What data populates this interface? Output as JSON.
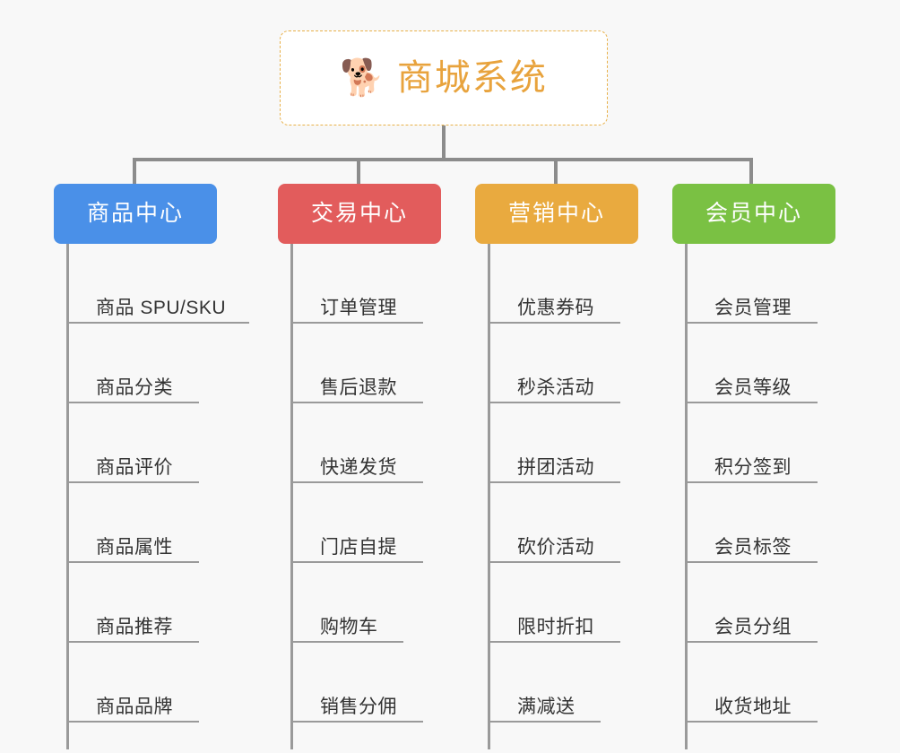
{
  "root": {
    "icon": "shiba-dog-face-emoji",
    "emoji": "🐕",
    "title": "商城系统",
    "title_color": "#e8a33d",
    "border_color": "#e8b14a"
  },
  "connector_color": "#8c8c8c",
  "background_color": "#f8f8f8",
  "categories": [
    {
      "label": "商品中心",
      "color": "#4a90e8",
      "items": [
        {
          "label": "商品 SPU/SKU",
          "underline_width": 204
        },
        {
          "label": "商品分类",
          "underline_width": 148
        },
        {
          "label": "商品评价",
          "underline_width": 148
        },
        {
          "label": "商品属性",
          "underline_width": 148
        },
        {
          "label": "商品推荐",
          "underline_width": 148
        },
        {
          "label": "商品品牌",
          "underline_width": 148
        }
      ]
    },
    {
      "label": "交易中心",
      "color": "#e25c5c",
      "items": [
        {
          "label": "订单管理",
          "underline_width": 148
        },
        {
          "label": "售后退款",
          "underline_width": 148
        },
        {
          "label": "快递发货",
          "underline_width": 148
        },
        {
          "label": "门店自提",
          "underline_width": 148
        },
        {
          "label": "购物车",
          "underline_width": 126
        },
        {
          "label": "销售分佣",
          "underline_width": 148
        }
      ]
    },
    {
      "label": "营销中心",
      "color": "#e9aa3f",
      "items": [
        {
          "label": "优惠券码",
          "underline_width": 148
        },
        {
          "label": "秒杀活动",
          "underline_width": 148
        },
        {
          "label": "拼团活动",
          "underline_width": 148
        },
        {
          "label": "砍价活动",
          "underline_width": 148
        },
        {
          "label": "限时折扣",
          "underline_width": 148
        },
        {
          "label": "满减送",
          "underline_width": 126
        }
      ]
    },
    {
      "label": "会员中心",
      "color": "#7ac143",
      "items": [
        {
          "label": "会员管理",
          "underline_width": 148
        },
        {
          "label": "会员等级",
          "underline_width": 148
        },
        {
          "label": "积分签到",
          "underline_width": 148
        },
        {
          "label": "会员标签",
          "underline_width": 148
        },
        {
          "label": "会员分组",
          "underline_width": 148
        },
        {
          "label": "收货地址",
          "underline_width": 148
        }
      ]
    }
  ]
}
